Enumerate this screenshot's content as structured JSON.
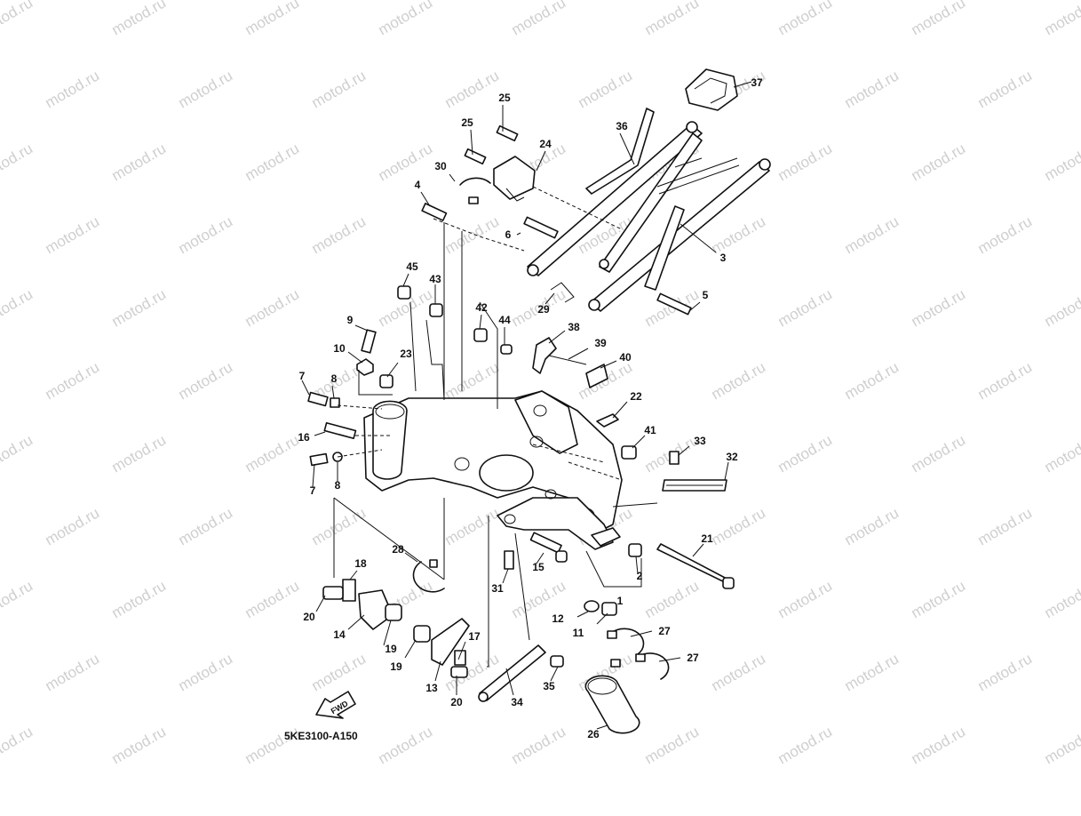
{
  "diagram": {
    "code": "5KE3100-A150",
    "watermark": "motod.ru",
    "fwd_label": "FWD",
    "callouts": [
      "37",
      "25",
      "25",
      "24",
      "36",
      "30",
      "4",
      "6",
      "3",
      "5",
      "29",
      "45",
      "43",
      "42",
      "44",
      "38",
      "39",
      "40",
      "9",
      "10",
      "23",
      "7",
      "8",
      "16",
      "8",
      "7",
      "22",
      "41",
      "33",
      "32",
      "21",
      "2",
      "1",
      "28",
      "18",
      "20",
      "14",
      "19",
      "31",
      "15",
      "12",
      "11",
      "17",
      "19",
      "13",
      "20",
      "34",
      "35",
      "27",
      "27",
      "26"
    ]
  }
}
